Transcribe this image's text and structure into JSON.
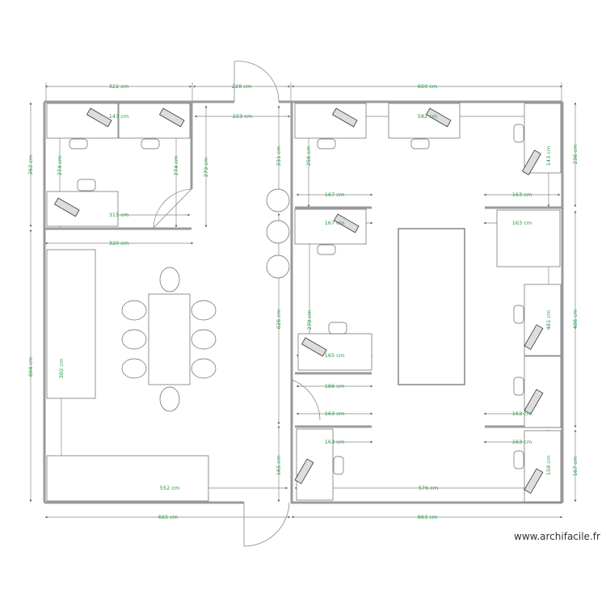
{
  "credit": "www.archifacile.fr",
  "dimensions": {
    "top_left": "322 cm",
    "top_door": "228 cm",
    "top_right": "690 cm",
    "bottom_left": "665 cm",
    "bottom_right": "663 cm",
    "left_upper": "262 cm",
    "left_lower": "604 cm",
    "right_upper": "236 cm",
    "right_mid": "486 cm",
    "right_lower": "167 cm",
    "office_a_top": "143 cm",
    "office_a_left": "274 cm",
    "office_a_right": "274 cm",
    "office_a_bottom": "315 cm",
    "office_a_under": "320 cm",
    "office_a_side": "279 cm",
    "corridor_top": "223 cm",
    "corridor_upper": "231 cm",
    "corridor_lower": "165 cm",
    "corridor_mid": "626 cm",
    "meeting_length": "302 cm",
    "meeting_bottom": "552 cm",
    "open_top": "582 cm",
    "open_left_desk": "256 cm",
    "open_left_167a": "167 cm",
    "open_left_167b": "167 cm",
    "open_right_163a": "163 cm",
    "open_right_163b": "163 cm",
    "open_right_163c": "163 cm",
    "open_right_163d": "163 cm",
    "open_right_163e": "163 cm",
    "open_right_163f": "163 cm",
    "open_left_270": "270 cm",
    "open_left_165": "165 cm",
    "open_left_186": "186 cm",
    "open_bottom": "576 cm",
    "right_desk_a": "143 cm",
    "right_desk_b": "481 cm",
    "right_desk_c": "158 cm"
  }
}
